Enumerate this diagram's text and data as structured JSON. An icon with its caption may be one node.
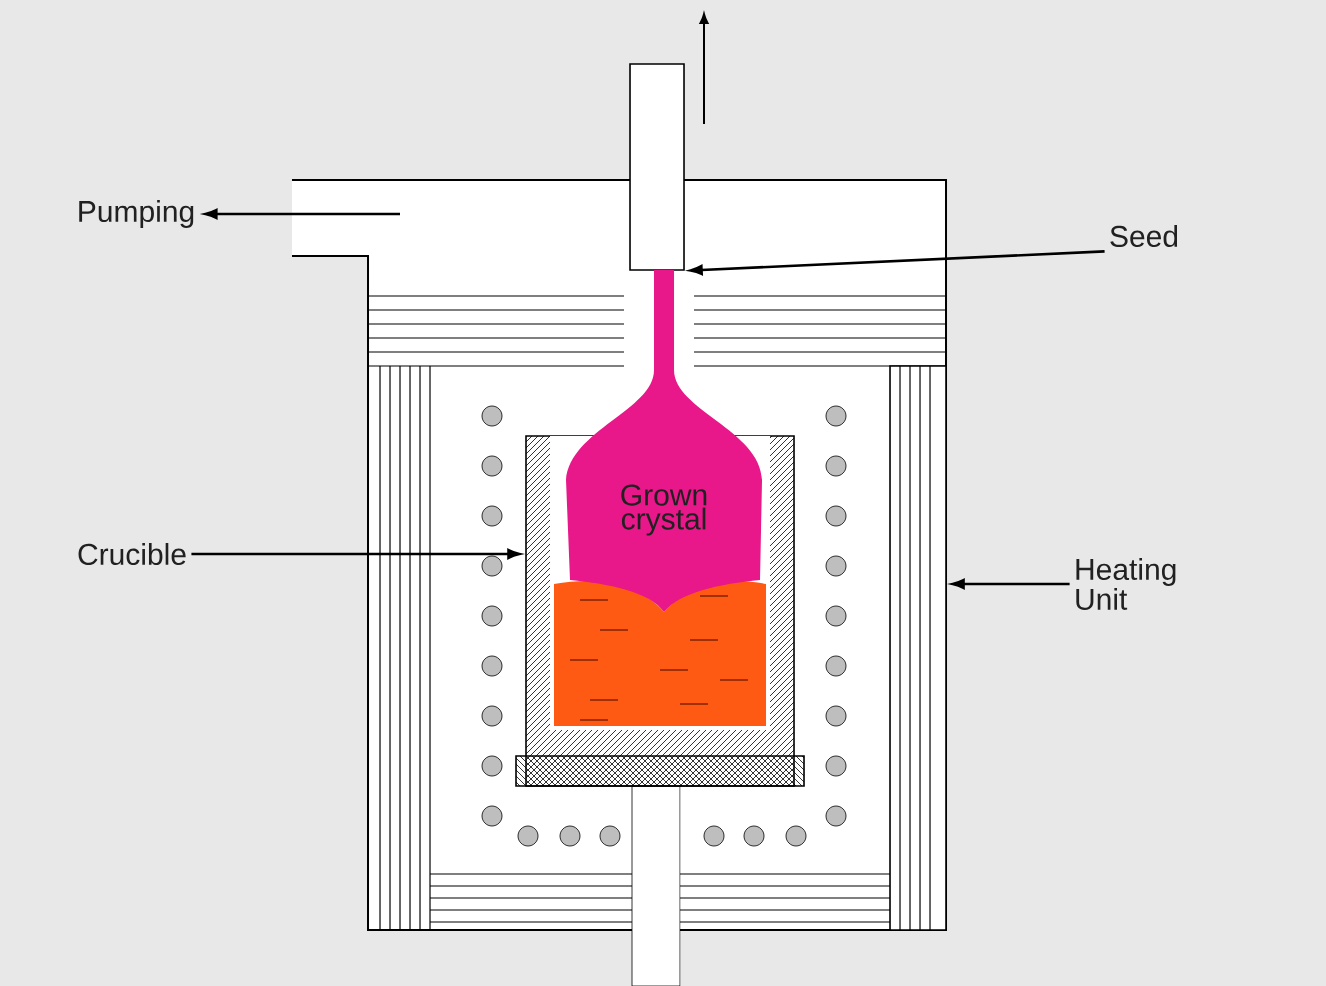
{
  "diagram": {
    "nodes": [
      {
        "text": [
          "Pumping"
        ]
      },
      {
        "text": [
          "Seed"
        ]
      },
      {
        "text": [
          "Crucible"
        ]
      },
      {
        "text": [
          "Heating Unit"
        ]
      },
      {
        "text": [
          "Grown crystal"
        ]
      },
      {
        "text": [],
        "shape": "bar"
      },
      {
        "text": [],
        "shape": "box"
      },
      {
        "text": [],
        "shape": "box"
      }
    ],
    "edges": [
      {
        "from": null,
        "to": 0,
        "arrow": "to"
      },
      {
        "from": 1,
        "to": 5,
        "arrow": "to"
      },
      {
        "from": 2,
        "to": 6,
        "arrow": "to"
      },
      {
        "from": 3,
        "to": 7,
        "arrow": "to"
      }
    ]
  }
}
